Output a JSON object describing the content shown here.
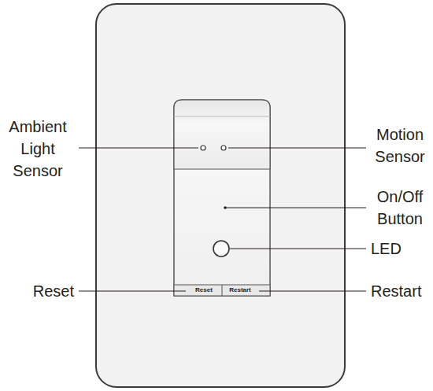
{
  "diagram": {
    "labels": [
      "Ambient Light Sensor",
      "Motion Sensor",
      "On/Off Button",
      "LED",
      "Reset",
      "Reset",
      "Restart",
      "Restart"
    ]
  }
}
